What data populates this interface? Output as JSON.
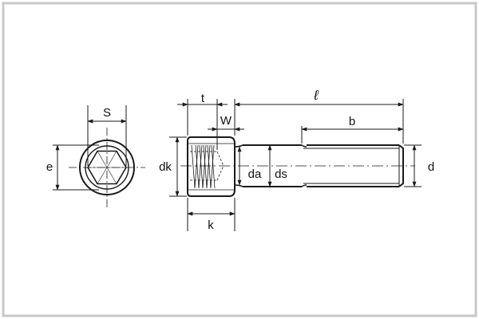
{
  "colors": {
    "border": "#c8c8c8",
    "line": "#1a1a1a",
    "background": "#ffffff"
  },
  "labels": {
    "S": "S",
    "e": "e",
    "t": "t",
    "W": "W",
    "ell": "ℓ",
    "b": "b",
    "dk": "dk",
    "da": "da",
    "ds": "ds",
    "d": "d",
    "k": "k"
  }
}
